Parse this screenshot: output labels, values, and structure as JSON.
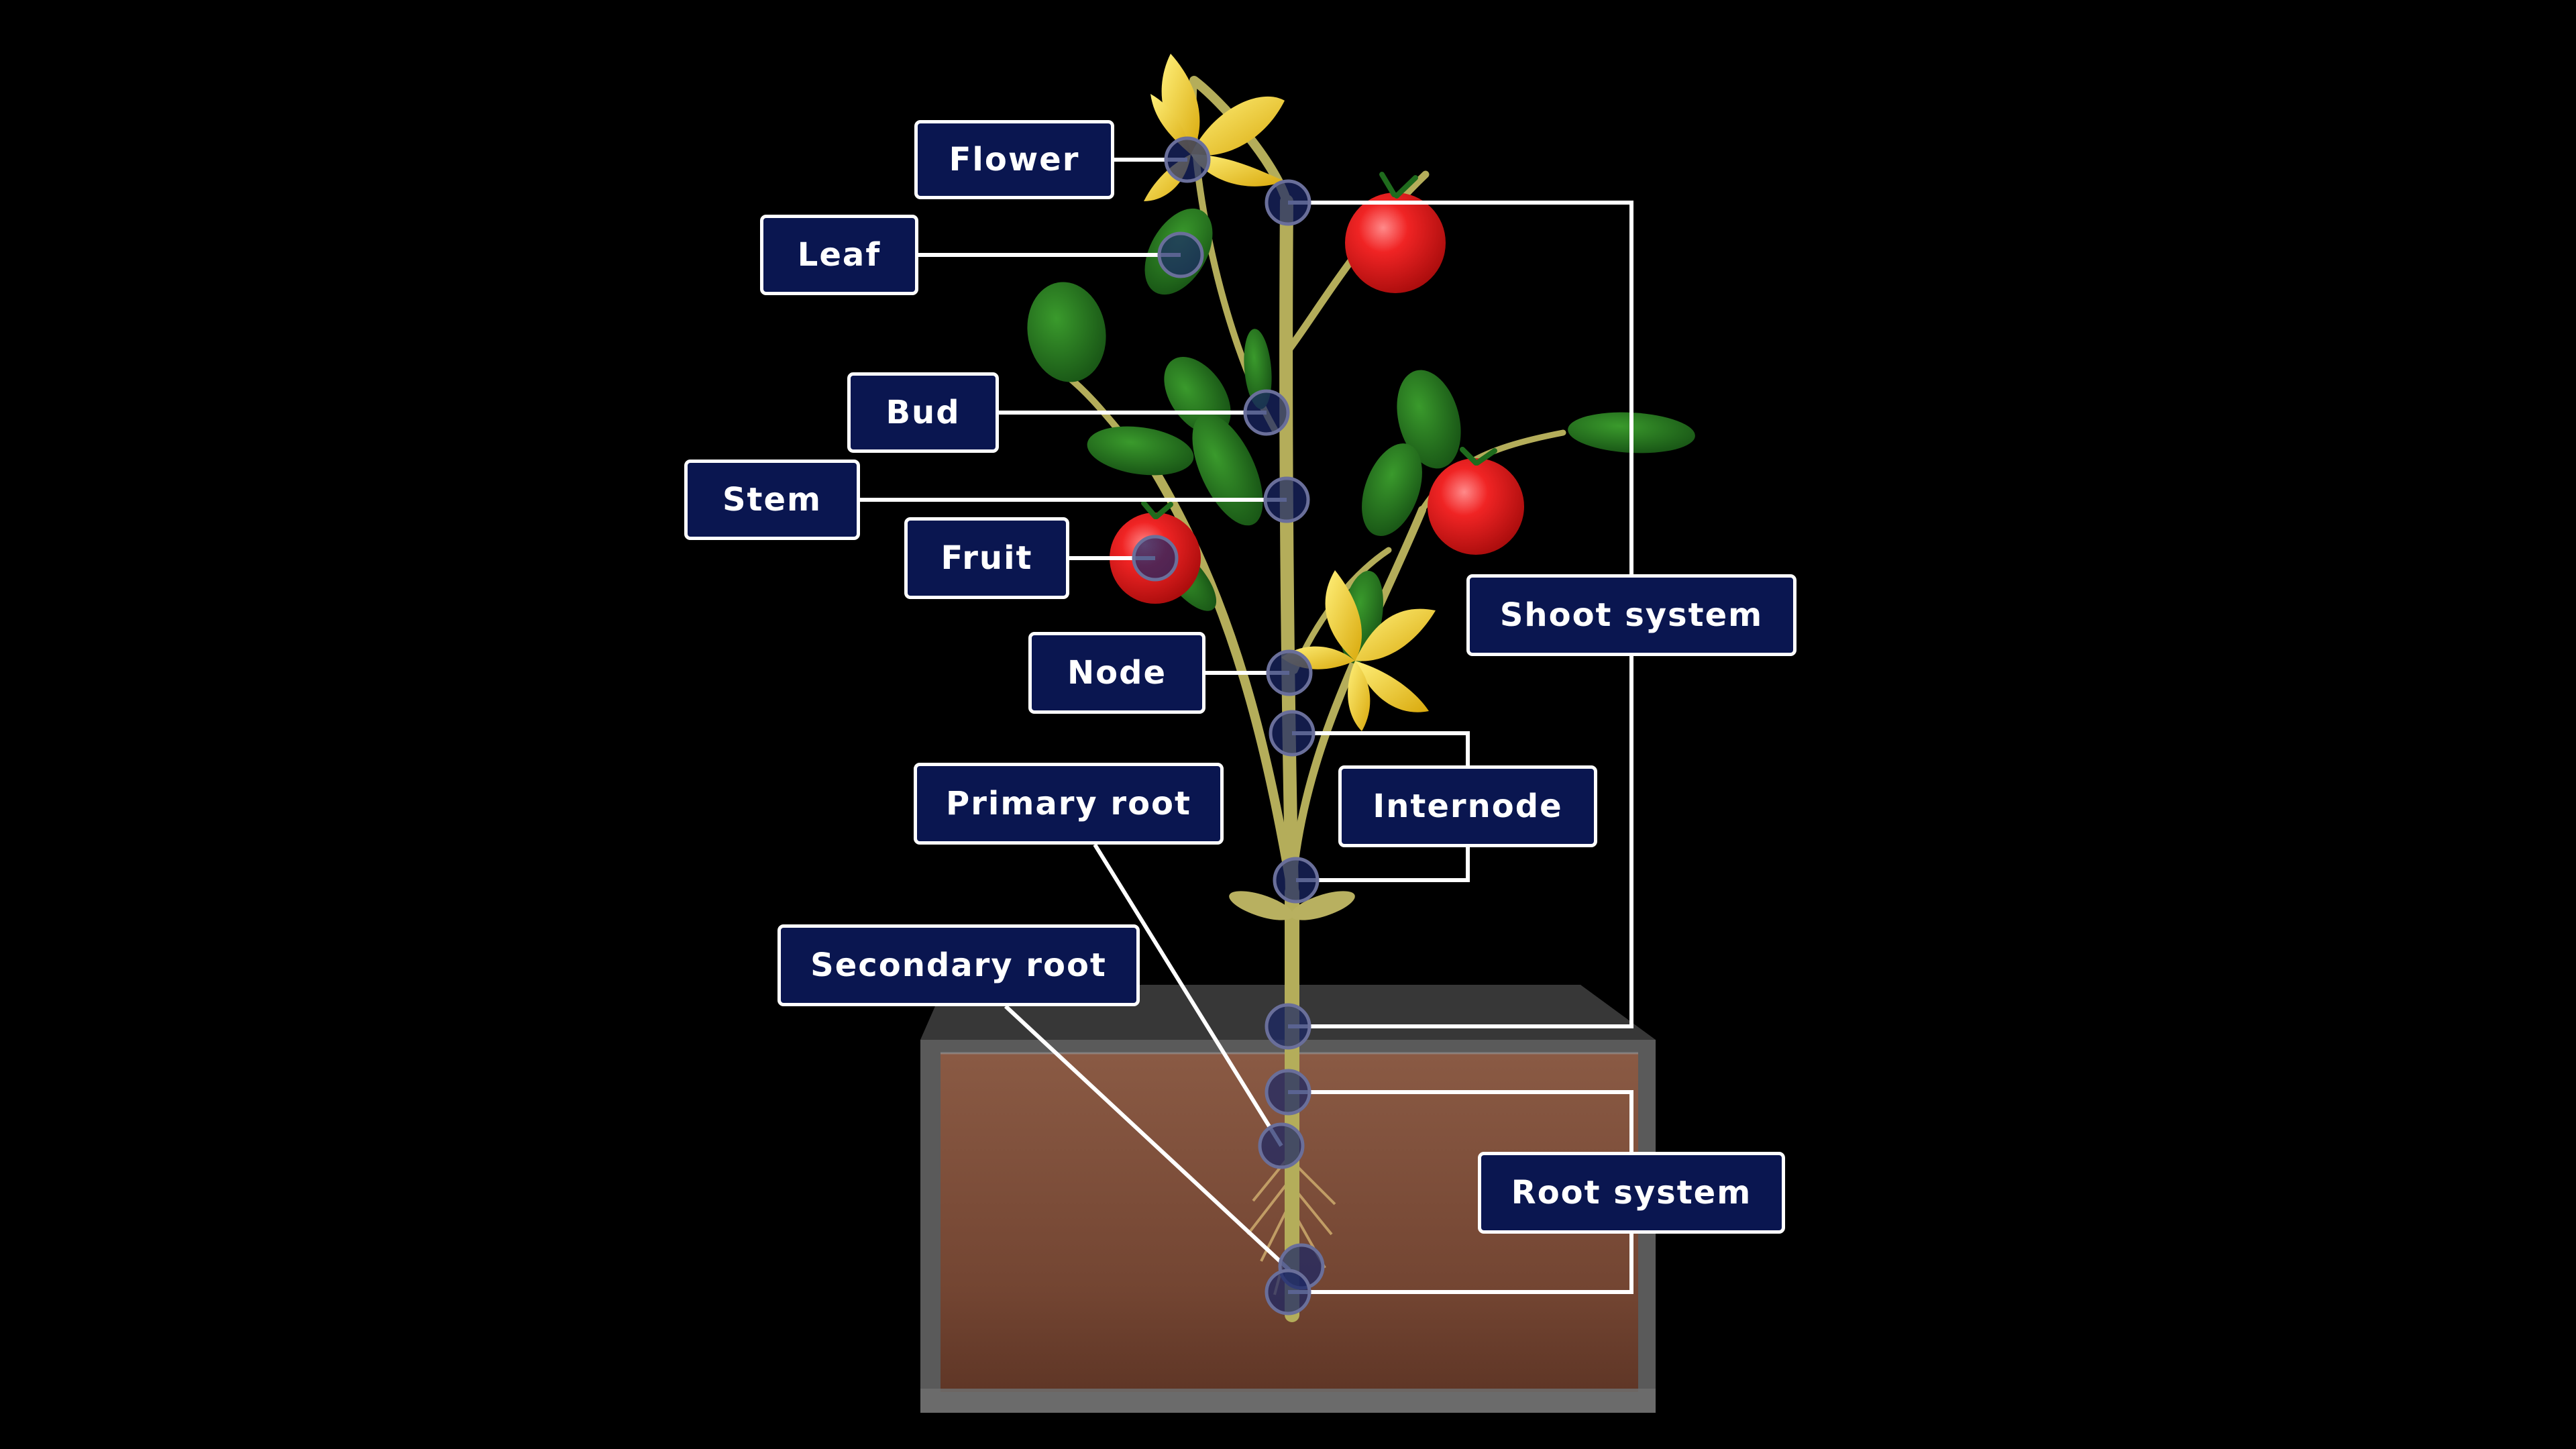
{
  "labels": {
    "flower": "Flower",
    "leaf": "Leaf",
    "bud": "Bud",
    "stem": "Stem",
    "fruit": "Fruit",
    "node": "Node",
    "primary_root": "Primary root",
    "internode": "Internode",
    "secondary_root": "Secondary root",
    "shoot_system": "Shoot system",
    "root_system": "Root system"
  },
  "colors": {
    "background": "#000000",
    "label_fill": "#0a1650",
    "label_border": "#ffffff",
    "label_text": "#ffffff",
    "leader_line": "#ffffff",
    "stem": "#b4ad5a",
    "leaf": "#1f6b1d",
    "fruit": "#e21b1b",
    "petal": "#f2d21e",
    "soil": "#7a4a34",
    "marker": "#1a2766"
  }
}
